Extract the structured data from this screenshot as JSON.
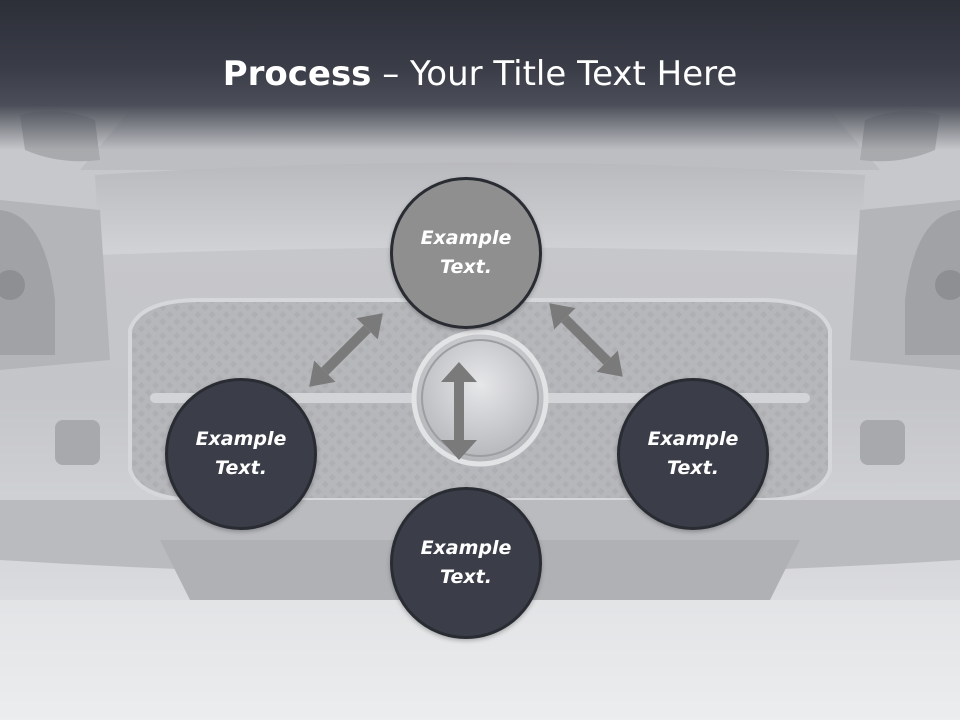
{
  "slide": {
    "title_bold": "Process",
    "title_rest": " – Your Title Text Here"
  },
  "diagram": {
    "nodes": [
      {
        "id": "top",
        "label": "Example\nText.",
        "fill": "#8f8f8f"
      },
      {
        "id": "left",
        "label": "Example\nText.",
        "fill": "#3b3e48"
      },
      {
        "id": "right",
        "label": "Example\nText.",
        "fill": "#3b3e48"
      },
      {
        "id": "bottom",
        "label": "Example\nText.",
        "fill": "#3b3e48"
      }
    ],
    "arrow_color": "#7a7a7a"
  },
  "colors": {
    "header": "#2c2f38",
    "node_border": "#2a2c33"
  }
}
